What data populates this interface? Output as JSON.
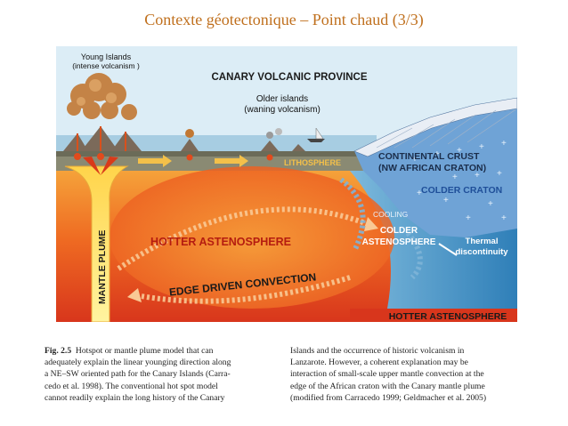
{
  "slide": {
    "title": "Contexte géotectonique – Point chaud (3/3)"
  },
  "figure": {
    "labels": {
      "young_islands_1": "Young Islands",
      "young_islands_2": "(intense volcanism )",
      "province": "CANARY VOLCANIC PROVINCE",
      "older_islands_1": "Older islands",
      "older_islands_2": "(waning volcanism)",
      "lithosphere": "LITHOSPHERE",
      "continental_crust_1": "CONTINENTAL CRUST",
      "continental_crust_2": "(NW AFRICAN CRATON)",
      "colder_craton": "COLDER CRATON",
      "cooling": "COOLING",
      "colder_asth_1": "COLDER",
      "colder_asth_2": "ASTENOSPHERE",
      "thermal_1": "Thermal",
      "thermal_2": "discontinuity",
      "hotter_asth": "HOTTER ASTENOSPHERE",
      "edge_convection": "EDGE DRIVEN CONVECTION",
      "mantle_plume": "MANTLE PLUME",
      "hotter_asth_bottom": "HOTTER ASTENOSPHERE"
    },
    "colors": {
      "hot_orange": "#f07a1e",
      "hot_red": "#d93a1a",
      "cool_blue": "#3b8fc4",
      "craton": "#5d95cf",
      "sky": "#d9ecf6",
      "sea": "#9cc6de"
    }
  },
  "caption": {
    "fig_label": "Fig. 2.5",
    "left_lines": [
      "Hotspot or mantle plume model that can",
      "adequately explain the linear younging direction along",
      "a NE–SW oriented path for the Canary Islands (Carra-",
      "cedo et al. 1998). The conventional hot spot model",
      "cannot readily explain the long history of the Canary"
    ],
    "right_lines": [
      "Islands and the occurrence of historic volcanism in",
      "Lanzarote. However, a coherent explanation may be",
      "interaction of small-scale upper mantle convection at the",
      "edge of the African craton with the Canary mantle plume",
      "(modified from Carracedo 1999; Geldmacher et al. 2005)"
    ]
  }
}
